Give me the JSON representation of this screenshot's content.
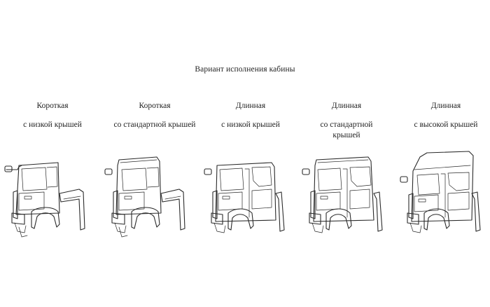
{
  "title": "Вариант исполнения кабины",
  "variants": [
    {
      "line1": "Короткая",
      "line2": "с низкой крышей"
    },
    {
      "line1": "Короткая",
      "line2": "со стандартной крышей"
    },
    {
      "line1": "Длинная",
      "line2": "с низкой крышей"
    },
    {
      "line1": "Длинная",
      "line2": "со стандартной крышей"
    },
    {
      "line1": "Длинная",
      "line2": "с высокой крышей"
    }
  ]
}
